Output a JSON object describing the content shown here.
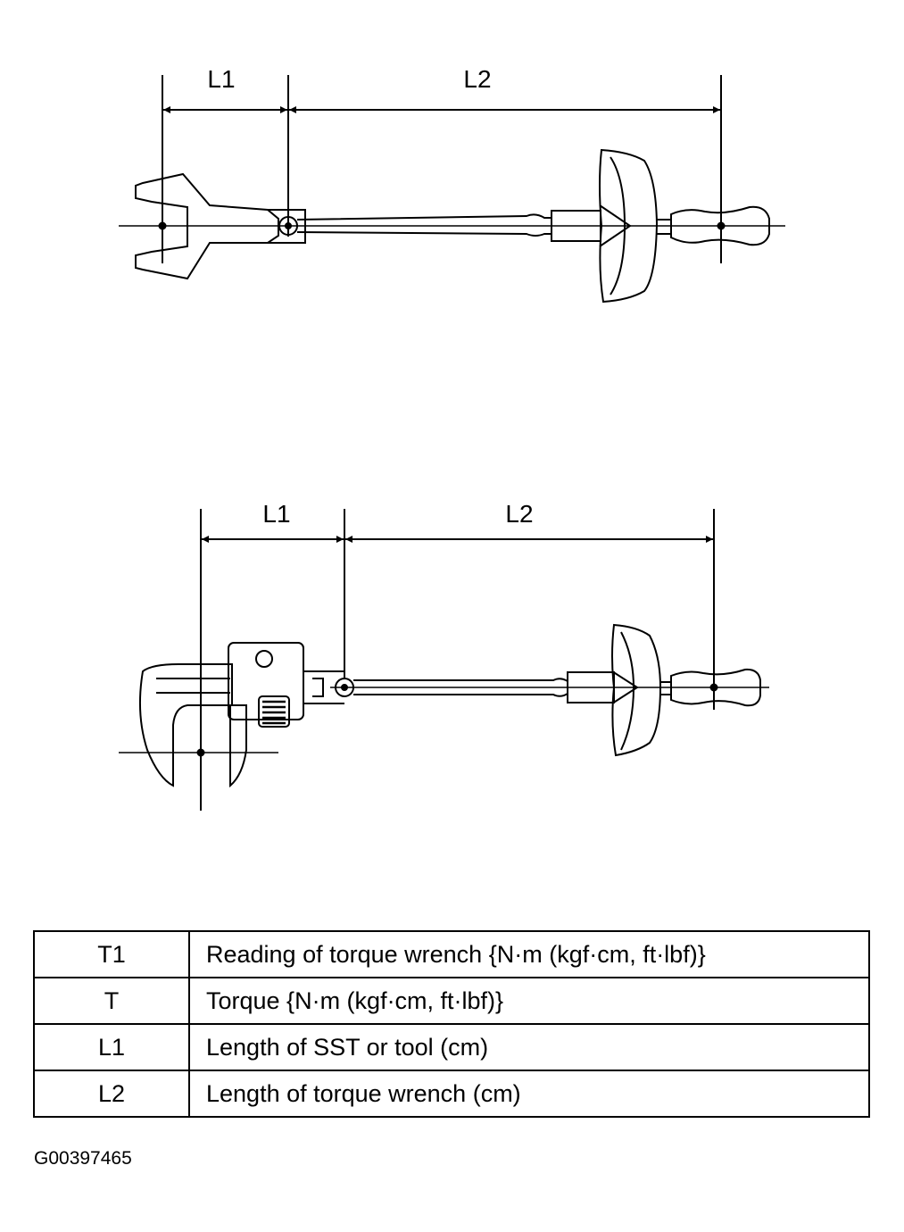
{
  "figure_top": {
    "l1": "L1",
    "l2": "L2"
  },
  "figure_bottom": {
    "l1": "L1",
    "l2": "L2"
  },
  "legend": [
    {
      "symbol": "T1",
      "description": "Reading of torque wrench {N·m (kgf·cm, ft·lbf)}"
    },
    {
      "symbol": "T",
      "description": "Torque {N·m (kgf·cm, ft·lbf)}"
    },
    {
      "symbol": "L1",
      "description": "Length of SST or tool (cm)"
    },
    {
      "symbol": "L2",
      "description": "Length of torque wrench (cm)"
    }
  ],
  "figure_code": "G00397465"
}
